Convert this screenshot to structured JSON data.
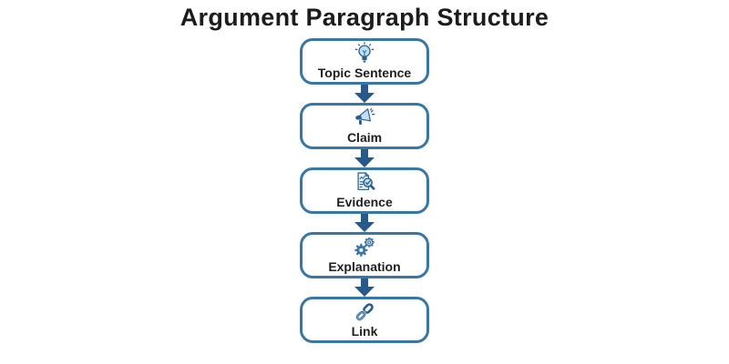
{
  "title": "Argument Paragraph Structure",
  "steps": [
    {
      "label": "Topic Sentence",
      "icon": "lightbulb-icon"
    },
    {
      "label": "Claim",
      "icon": "megaphone-icon"
    },
    {
      "label": "Evidence",
      "icon": "document-magnifier-icon"
    },
    {
      "label": "Explanation",
      "icon": "gears-icon"
    },
    {
      "label": "Link",
      "icon": "chain-link-icon"
    }
  ],
  "connector": "down-arrow",
  "colors": {
    "box_border": "#3876a5",
    "arrow": "#27598a",
    "icon_dark": "#2a5d8a",
    "icon_light": "#bfe0f2",
    "title_text": "#1c1c1c",
    "label_text": "#1f1f1f",
    "background": "#ffffff"
  }
}
